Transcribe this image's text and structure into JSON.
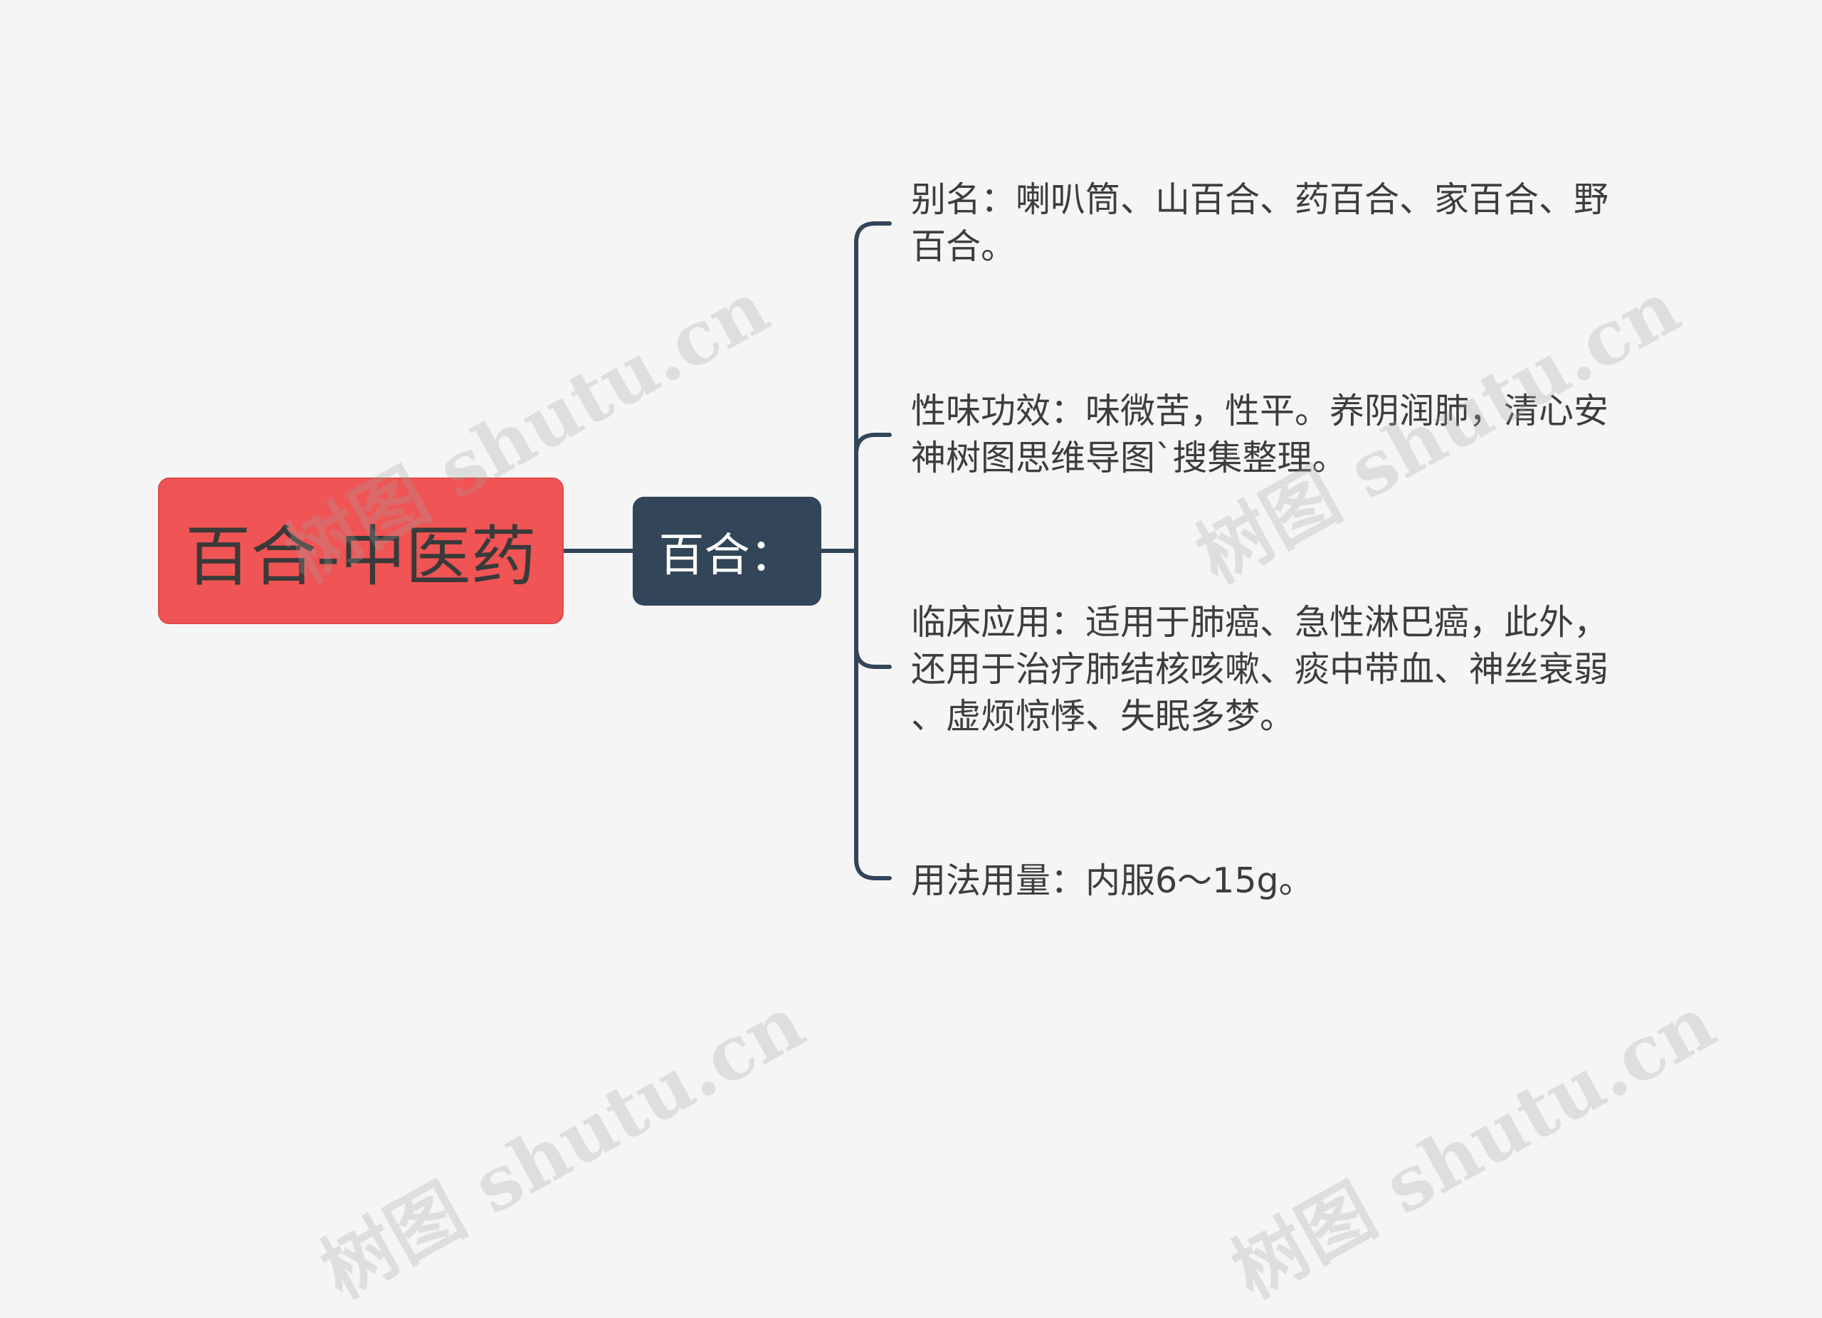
{
  "root": {
    "label": "百合-中医药",
    "color": "#f05454"
  },
  "main": {
    "label": "百合：",
    "color": "#324559"
  },
  "leaves": [
    {
      "text": "别名：喇叭筒、山百合、药百合、家百合、野\n百合。"
    },
    {
      "text": "性味功效：味微苦，性平。养阴润肺，清心安\n神树图思维导图`搜集整理。"
    },
    {
      "text": "临床应用：适用于肺癌、急性淋巴癌，此外，\n还用于治疗肺结核咳嗽、痰中带血、神丝衰弱\n、虚烦惊悸、失眠多梦。"
    },
    {
      "text": "用法用量：内服6～15g。"
    }
  ],
  "watermark": {
    "text": "树图 shutu.cn"
  },
  "connector_color": "#324559"
}
